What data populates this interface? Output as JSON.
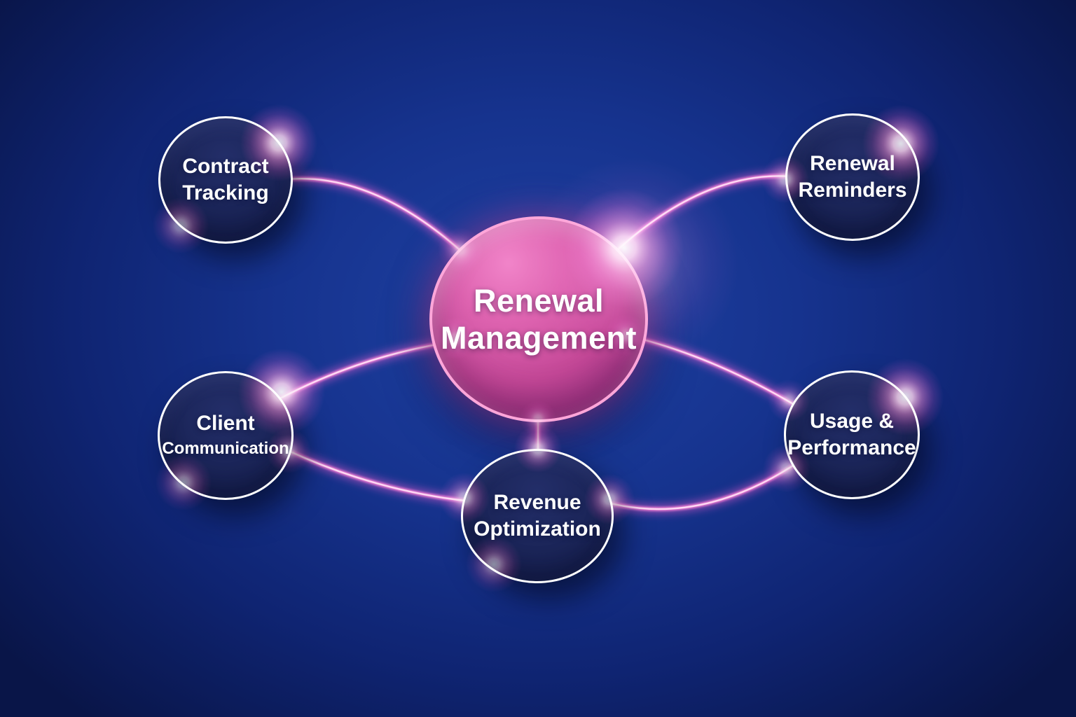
{
  "diagram": {
    "title": "Renewal Management",
    "center_node": {
      "id": "renewal-management",
      "line1": "Renewal",
      "line2": "Management"
    },
    "nodes": [
      {
        "id": "contract-tracking",
        "line1": "Contract",
        "line2": "Tracking"
      },
      {
        "id": "renewal-reminders",
        "line1": "Renewal",
        "line2": "Reminders"
      },
      {
        "id": "client-communication",
        "line1": "Client",
        "line2": "Communication"
      },
      {
        "id": "usage-performance",
        "line1": "Usage &",
        "line2": "Performance"
      },
      {
        "id": "revenue-optimization",
        "line1": "Revenue",
        "line2": "Optimization"
      }
    ],
    "connections": [
      {
        "from": "contract-tracking",
        "to": "renewal-management"
      },
      {
        "from": "renewal-management",
        "to": "renewal-reminders"
      },
      {
        "from": "client-communication",
        "to": "renewal-management"
      },
      {
        "from": "renewal-management",
        "to": "usage-performance"
      },
      {
        "from": "renewal-management",
        "to": "revenue-optimization"
      },
      {
        "from": "client-communication",
        "to": "revenue-optimization"
      },
      {
        "from": "revenue-optimization",
        "to": "usage-performance"
      }
    ],
    "colors": {
      "background_center": "#1f42a4",
      "background_edge": "#091548",
      "center_circle_fill": "#c44897",
      "center_circle_ring": "#ffa6d9",
      "satellite_fill": "#1a2457",
      "satellite_ring": "#ffffff",
      "connector_pink": "#ff67ad",
      "glow_pink": "#f0409e",
      "text": "#ffffff"
    }
  }
}
